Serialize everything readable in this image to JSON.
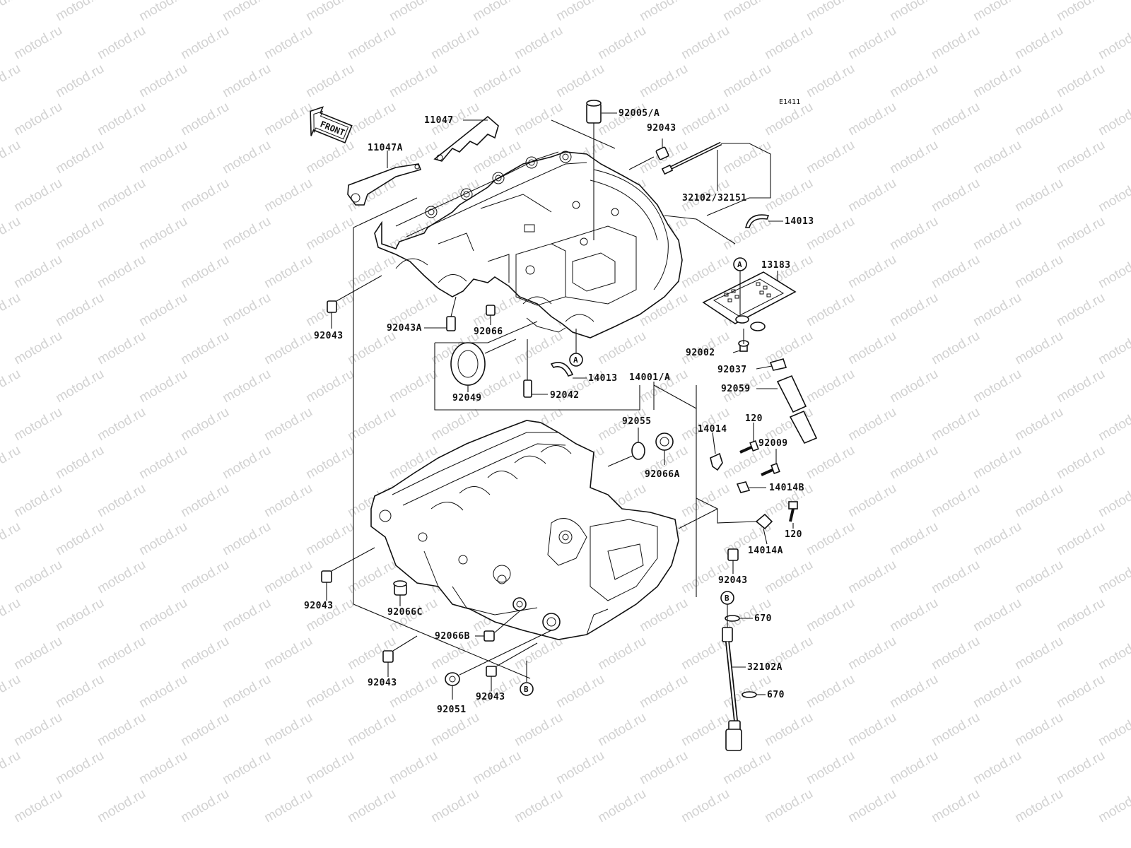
{
  "diagram_code": "E1411",
  "watermark": "motod.ru",
  "front_label": "FRONT",
  "callouts": [
    "A",
    "B"
  ],
  "parts": {
    "p92005A": "92005/A",
    "p11047": "11047",
    "p11047A": "11047A",
    "p92043_top": "92043",
    "p32102_32151": "32102/32151",
    "p14013_top": "14013",
    "p13183": "13183",
    "p92043_left": "92043",
    "p92043A": "92043A",
    "p92066": "92066",
    "p92002": "92002",
    "p92037": "92037",
    "p14013_mid": "14013",
    "p92049": "92049",
    "p92042": "92042",
    "p14001A": "14001/A",
    "p92059": "92059",
    "p92055": "92055",
    "p92066A": "92066A",
    "p14014": "14014",
    "p120_top": "120",
    "p92009": "92009",
    "p14014B": "14014B",
    "p120_bot": "120",
    "p14014A": "14014A",
    "p92043_right": "92043",
    "p92043_lowleft": "92043",
    "p92066C": "92066C",
    "p670_top": "670",
    "p92066B": "92066B",
    "p32102A": "32102A",
    "p92043_bl": "92043",
    "p92043_bm": "92043",
    "p670_bot": "670",
    "p92051": "92051"
  }
}
